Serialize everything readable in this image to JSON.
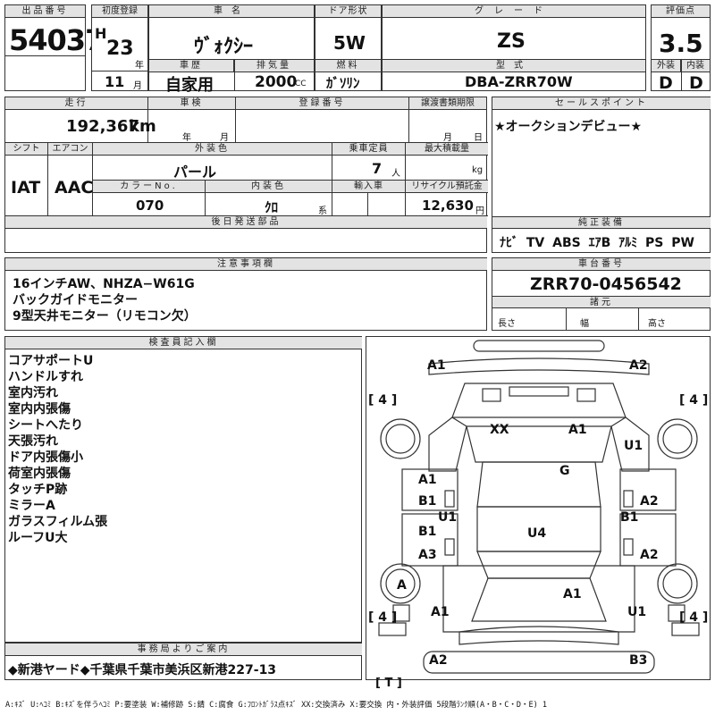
{
  "header": {
    "lot_label": "出品番号",
    "lot_no": "54037",
    "first_reg_label": "初度登録",
    "era": "H",
    "year": "23",
    "year_unit": "年",
    "month": "11",
    "month_unit": "月",
    "car_name_label": "車名",
    "car_name": "ｳﾞｫｸｼｰ",
    "history_label": "車歴",
    "history": "自家用",
    "displacement_label": "排気量",
    "displacement": "2000",
    "cc": "CC",
    "door_label": "ドア形状",
    "door": "5W",
    "fuel_label": "燃料",
    "fuel": "ｶﾞｿﾘﾝ",
    "grade_label": "グレード",
    "grade": "ZS",
    "model_label": "型式",
    "model": "DBA-ZRR70W",
    "score_label": "評価点",
    "score": "3.5",
    "ext_label": "外装",
    "int_label": "内装",
    "ext": "D",
    "int": "D"
  },
  "row2": {
    "mileage_label": "走行",
    "mileage": "192,367",
    "km": "km",
    "inspection_label": "車検",
    "insp_year_unit": "年",
    "insp_month_unit": "月",
    "reg_no_label": "登録番号",
    "transfer_label": "譲渡書類期限",
    "transfer_month_unit": "月",
    "transfer_day_unit": "日",
    "shift_label": "シフト",
    "shift": "IAT",
    "ac_label": "エアコン",
    "ac": "AAC",
    "color_label": "外装色",
    "color": "パール",
    "seats_label": "乗車定員",
    "seats": "7",
    "seats_unit": "人",
    "load_label": "最大積載量",
    "load_unit": "kg",
    "color_no_label": "カラーNo.",
    "color_no": "070",
    "int_color_label": "内装色",
    "int_color": "ｸﾛ",
    "int_color_unit": "系",
    "import_label": "輸入車",
    "recycle_label": "リサイクル預託金",
    "recycle": "12,630",
    "yen": "円",
    "later_parts_label": "後日発送部品"
  },
  "sales": {
    "label": "セールスポイント",
    "text": "★オークションデビュー★"
  },
  "equipment": {
    "label": "純正装備",
    "items": "ﾅﾋﾞ TV ABS ｴｱB ｱﾙﾐ PS PW"
  },
  "notes": {
    "label": "注意事項欄",
    "lines": [
      "16インチAW、NHZA−W61G",
      "バックガイドモニター",
      "9型天井モニター（リモコン欠）"
    ]
  },
  "chassis": {
    "label": "車台番号",
    "number": "ZRR70-0456542",
    "dims_label": "諸元",
    "length": "長さ",
    "width": "幅",
    "height": "高さ"
  },
  "inspector": {
    "label": "検査員記入欄",
    "lines": [
      "コアサポートU",
      "ハンドルすれ",
      "室内汚れ",
      "室内内張傷",
      "シートへたり",
      "天張汚れ",
      "ドア内張傷小",
      "荷室内張傷",
      "タッチP跡",
      "ミラーA",
      "ガラスフィルム張",
      "ルーフU大"
    ]
  },
  "office": {
    "label": "事務局よりご案内",
    "text": "◆新港ヤード◆千葉県千葉市美浜区新港227-13"
  },
  "diagram": {
    "marks": {
      "front_left": "A1",
      "front_right": "A2",
      "tire_fl": "4",
      "tire_fr": "4",
      "tire_rl": "4",
      "tire_rr": "4",
      "windshield_l": "XX",
      "windshield_r": "A1",
      "fender_r": "U1",
      "roof": "G",
      "door_fl_a": "A1",
      "door_fl_b": "B1",
      "door_fl_u": "U1",
      "door_rl_b": "B1",
      "door_rl_a": "A3",
      "door_fr_a": "A2",
      "door_fr_b": "B1",
      "door_rr_a": "A2",
      "roof_rear": "U4",
      "wheel_a": "A",
      "rear_glass": "A1",
      "rear_l": "A1",
      "rear_r": "U1",
      "rear_bumper_l": "A2",
      "rear_bumper_r": "B3",
      "spare": "T"
    }
  },
  "legend": "A:ｷｽﾞ U:ﾍｺﾐ B:ｷｽﾞを伴うﾍｺﾐ P:要塗装 W:補修跡 S:錆 C:腐食 G:ﾌﾛﾝﾄｶﾞﾗｽ点ｷｽﾞ XX:交換済み X:要交換 内・外装評価 5段階ﾗﾝｸ順(A・B・C・D・E) 1"
}
